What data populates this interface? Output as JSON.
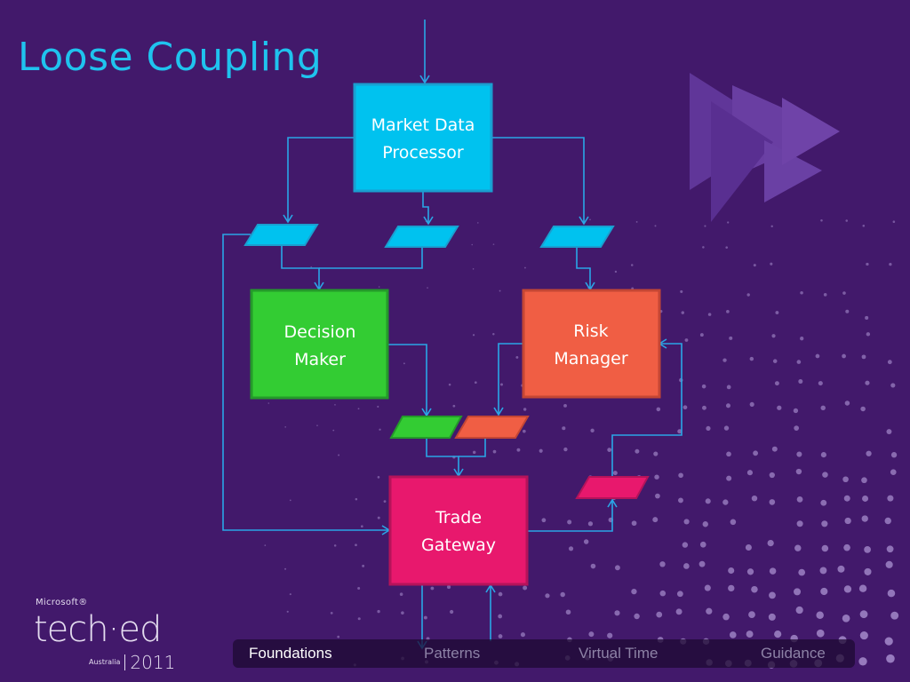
{
  "slide": {
    "title": "Loose Coupling",
    "background_color": "#42196b",
    "title_color": "#1fc3ee"
  },
  "diagram": {
    "connector_color": "#2aa6e6",
    "nodes": [
      {
        "id": "market-data-processor",
        "line1": "Market Data",
        "line2": "Processor",
        "color": "#00c2ef",
        "border": "#1a9fd0"
      },
      {
        "id": "decision-maker",
        "line1": "Decision",
        "line2": "Maker",
        "color": "#33cc33",
        "border": "#249a2a"
      },
      {
        "id": "risk-manager",
        "line1": "Risk",
        "line2": "Manager",
        "color": "#f05e44",
        "border": "#c44634"
      },
      {
        "id": "trade-gateway",
        "line1": "Trade",
        "line2": "Gateway",
        "color": "#e8186d",
        "border": "#b5135a"
      }
    ],
    "queues": [
      {
        "id": "market-queue-1",
        "color": "#00c2ef"
      },
      {
        "id": "market-queue-2",
        "color": "#00c2ef"
      },
      {
        "id": "market-queue-3",
        "color": "#00c2ef"
      },
      {
        "id": "decision-queue",
        "color": "#33cc33"
      },
      {
        "id": "risk-queue",
        "color": "#f05e44"
      },
      {
        "id": "gateway-queue",
        "color": "#e8186d"
      }
    ]
  },
  "logo": {
    "company": "Microsoft®",
    "product": "tech·ed",
    "region": "Australia",
    "year": "2011"
  },
  "navigation": {
    "items": [
      {
        "label": "Foundations",
        "active": true
      },
      {
        "label": "Patterns",
        "active": false
      },
      {
        "label": "Virtual Time",
        "active": false
      },
      {
        "label": "Guidance",
        "active": false
      }
    ]
  }
}
